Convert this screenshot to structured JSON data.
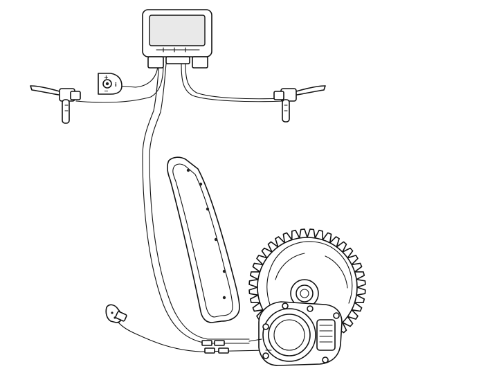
{
  "diagram": {
    "components": [
      {
        "id": "display",
        "icon": "display-unit-icon"
      },
      {
        "id": "mode-switch",
        "icon": "mode-switch-icon"
      },
      {
        "id": "left-brake-lever",
        "icon": "brake-lever-icon"
      },
      {
        "id": "right-brake-lever",
        "icon": "brake-lever-icon"
      },
      {
        "id": "battery",
        "icon": "battery-pack-icon"
      },
      {
        "id": "mid-drive-motor",
        "icon": "motor-icon"
      },
      {
        "id": "chainring",
        "icon": "chainring-icon"
      },
      {
        "id": "speed-sensor",
        "icon": "speed-sensor-icon"
      }
    ],
    "switch_labels": {
      "plus": "+",
      "minus": "−",
      "side": "i"
    }
  }
}
